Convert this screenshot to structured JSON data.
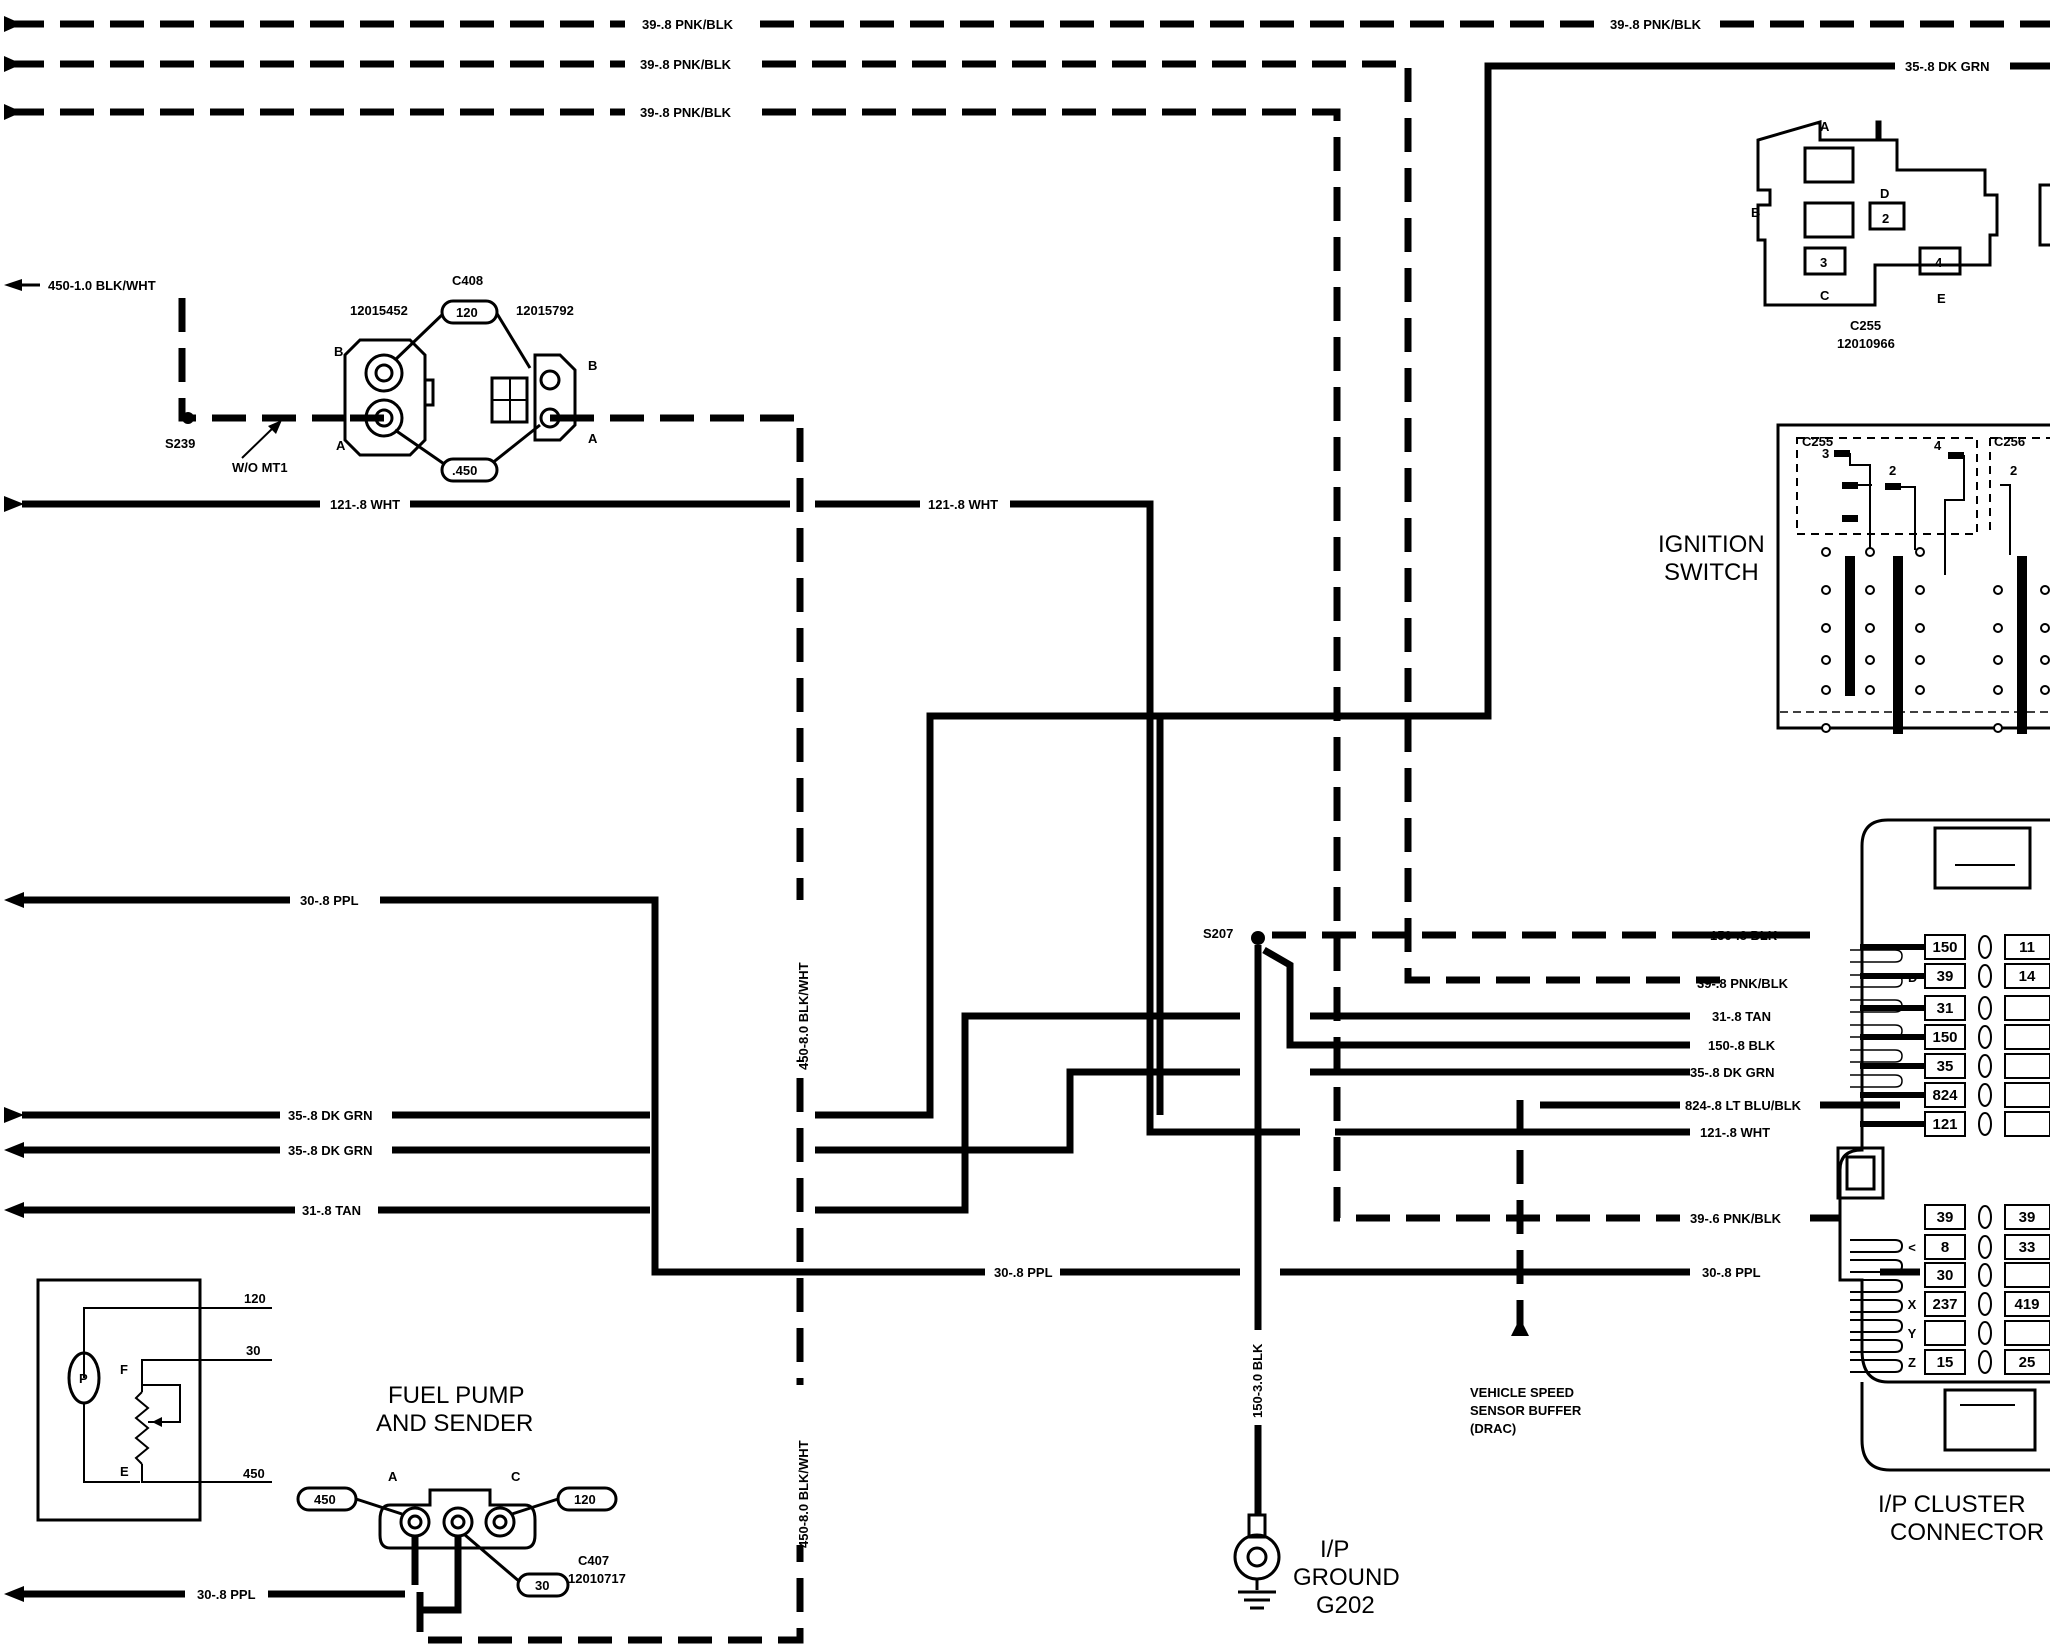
{
  "wires": {
    "top1": "39-.8 PNK/BLK",
    "top1_right": "39-.8 PNK/BLK",
    "top2": "39-.8 PNK/BLK",
    "top3": "39-.8 PNK/BLK",
    "dk_grn_top": "35-.8 DK GRN",
    "blk_wht_left": "450-1.0 BLK/WHT",
    "wht_left": "121-.8 WHT",
    "wht_mid": "121-.8 WHT",
    "ppl_upper": "30-.8 PPL",
    "dk_grn_a": "35-.8 DK GRN",
    "dk_grn_b": "35-.8 DK GRN",
    "tan_left": "31-.8 TAN",
    "ppl_mid": "30-.8 PPL",
    "ppl_bottom": "30-.8 PPL",
    "blk_wht_vert_upper": "450-8.0 BLK/WHT",
    "blk_wht_vert_lower": "450-8.0 BLK/WHT",
    "blk_vert": "150-3.0 BLK",
    "r_150_blk": "150-.8 BLK",
    "r_39_pnk": "39-.8 PNK/BLK",
    "r_31_tan": "31-.8 TAN",
    "r_150_blk_b": "150-.8 BLK",
    "r_35_dkgrn": "35-.8 DK GRN",
    "r_824": "824-.8 LT BLU/BLK",
    "r_121_wht": "121-.8 WHT",
    "r_39_pnk_b": "39-.6 PNK/BLK",
    "r_30_ppl": "30-.8 PPL"
  },
  "splices": {
    "s239": "S239",
    "s207": "S207",
    "wo_mt1": "W/O MT1"
  },
  "c408": {
    "name": "C408",
    "left_part": "12015452",
    "right_part": "12015792",
    "top_tag": "120",
    "bottom_tag": ".450",
    "pin_b_left": "B",
    "pin_a_left": "A",
    "pin_b_right": "B",
    "pin_a_right": "A"
  },
  "c255": {
    "name": "C255",
    "part": "12010966",
    "pin_a": "A",
    "pin_b": "B",
    "pin_c": "C",
    "pin_d": "D",
    "pin_e": "E",
    "cell_2": "2",
    "cell_3": "3",
    "cell_4": "4"
  },
  "ignition": {
    "label1": "IGNITION",
    "label2": "SWITCH",
    "c255": "C255",
    "c256": "C256",
    "n3": "3",
    "n2": "2",
    "n4": "4",
    "n2b": "2"
  },
  "fuel_pump": {
    "title1": "FUEL PUMP",
    "title2": "AND SENDER",
    "t120": "120",
    "t30": "30",
    "t450": "450",
    "tF": "F",
    "tE": "E",
    "tP": "P",
    "connector": "C407",
    "part": "12010717",
    "pin_a": "A",
    "pin_c": "C",
    "tag450": "450",
    "tag120": "120",
    "tag30": "30"
  },
  "ground": {
    "l1": "I/P",
    "l2": "GROUND",
    "l3": "G202"
  },
  "vss": {
    "l1": "VEHICLE SPEED",
    "l2": "SENSOR BUFFER",
    "l3": "(DRAC)"
  },
  "cluster": {
    "l1": "I/P CLUSTER",
    "l2": "CONNECTOR",
    "upper_left": [
      "150",
      "39",
      "31",
      "150",
      "35",
      "824",
      "121"
    ],
    "upper_right": [
      "11",
      "14",
      "",
      "",
      "",
      "",
      ""
    ],
    "lower_left": [
      "39",
      "8",
      "30",
      "237",
      "",
      "15"
    ],
    "lower_right": [
      "39",
      "33",
      "",
      "419",
      "",
      "25"
    ],
    "lower_letters": [
      "",
      "<",
      "",
      "X",
      "Y",
      "Z"
    ],
    "side_letter": "D"
  }
}
